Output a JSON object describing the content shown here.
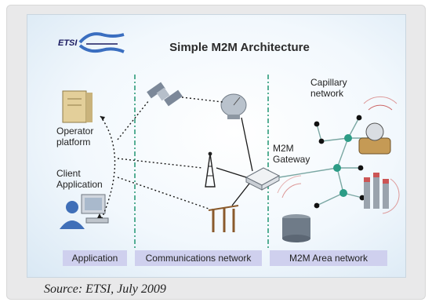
{
  "figure": {
    "logo_text": "ETSI",
    "title": "Simple M2M Architecture",
    "labels": {
      "operator": "Operator platform",
      "operator_line1": "Operator",
      "operator_line2": "platform",
      "client_line1": "Client",
      "client_line2": "Application",
      "capillary_line1": "Capillary",
      "capillary_line2": "network",
      "gateway_line1": "M2M",
      "gateway_line2": "Gateway"
    },
    "domains": [
      "Application",
      "Communications network",
      "M2M Area network"
    ]
  },
  "caption": "Source: ETSI, July 2009",
  "colors": {
    "domain_tab": "#cfd0ee",
    "divider": "#2e9c7b",
    "node": "#2c9c86",
    "link": "#1a1a1a"
  }
}
